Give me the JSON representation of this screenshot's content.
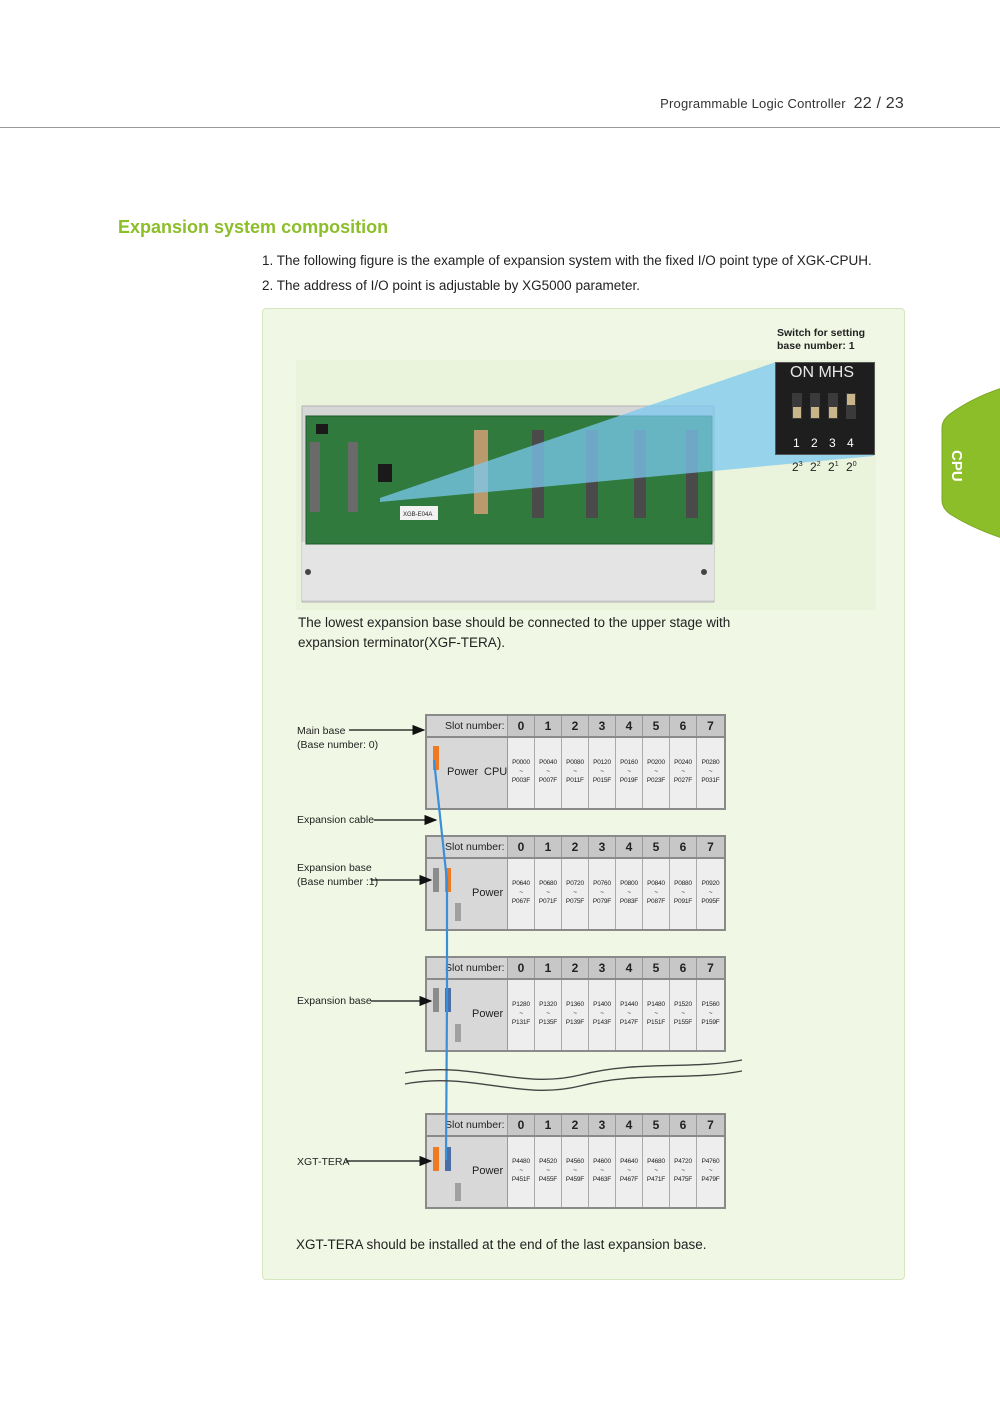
{
  "header": {
    "title": "Programmable Logic Controller",
    "page": "22 / 23"
  },
  "side_tab": {
    "label": "CPU",
    "color": "#8cbe2a"
  },
  "section": {
    "title": "Expansion system composition",
    "items": [
      "1. The following figure is the example of expansion system with the fixed I/O point type of XGK-CPUH.",
      "2. The address of I/O point is adjustable by XG5000 parameter."
    ]
  },
  "switch": {
    "label_line1": "Switch for setting",
    "label_line2": "base number: 1",
    "on_text": "ON MHS",
    "numbers": [
      "1",
      "2",
      "3",
      "4"
    ],
    "powers": [
      "2",
      "2",
      "2",
      "2"
    ],
    "exponents": [
      "3",
      "2",
      "1",
      "0"
    ]
  },
  "photo_labels": {
    "board_model": "XGB-E04A"
  },
  "note_photo_line1": "The lowest expansion base should be connected to the upper stage with",
  "note_photo_line2": "expansion terminator(XGF-TERA).",
  "labels": {
    "main_base": "Main base",
    "main_base_sub": "(Base number: 0)",
    "expansion_cable": "Expansion cable",
    "expansion_base1": "Expansion base",
    "expansion_base1_sub": "(Base number :1)",
    "expansion_base2": "Expansion base",
    "xgt_tera": "XGT-TERA"
  },
  "slot_label": "Slot number:",
  "slot_numbers": [
    "0",
    "1",
    "2",
    "3",
    "4",
    "5",
    "6",
    "7"
  ],
  "power_label": "Power",
  "cpu_label": "CPU",
  "tilde": "~",
  "bases": [
    {
      "start": [
        "P0000",
        "P0040",
        "P0080",
        "P0120",
        "P0160",
        "P0200",
        "P0240",
        "P0280"
      ],
      "end": [
        "P003F",
        "P007F",
        "P011F",
        "P015F",
        "P019F",
        "P023F",
        "P027F",
        "P031F"
      ]
    },
    {
      "start": [
        "P0640",
        "P0680",
        "P0720",
        "P0760",
        "P0800",
        "P0840",
        "P0880",
        "P0920"
      ],
      "end": [
        "P067F",
        "P071F",
        "P075F",
        "P079F",
        "P083F",
        "P087F",
        "P091F",
        "P095F"
      ]
    },
    {
      "start": [
        "P1280",
        "P1320",
        "P1360",
        "P1400",
        "P1440",
        "P1480",
        "P1520",
        "P1560"
      ],
      "end": [
        "P131F",
        "P135F",
        "P139F",
        "P143F",
        "P147F",
        "P151F",
        "P155F",
        "P159F"
      ]
    },
    {
      "start": [
        "P4480",
        "P4520",
        "P4560",
        "P4600",
        "P4640",
        "P4680",
        "P4720",
        "P4760"
      ],
      "end": [
        "P451F",
        "P455F",
        "P459F",
        "P463F",
        "P467F",
        "P471F",
        "P475F",
        "P479F"
      ]
    }
  ],
  "note_bottom": "XGT-TERA should be installed at the end of the last expansion base.",
  "colors": {
    "accent_green": "#8cbe2a",
    "panel_bg": "#f0f7e4",
    "cable_blue": "#3a8fd8",
    "connector_orange": "#f07a22"
  }
}
